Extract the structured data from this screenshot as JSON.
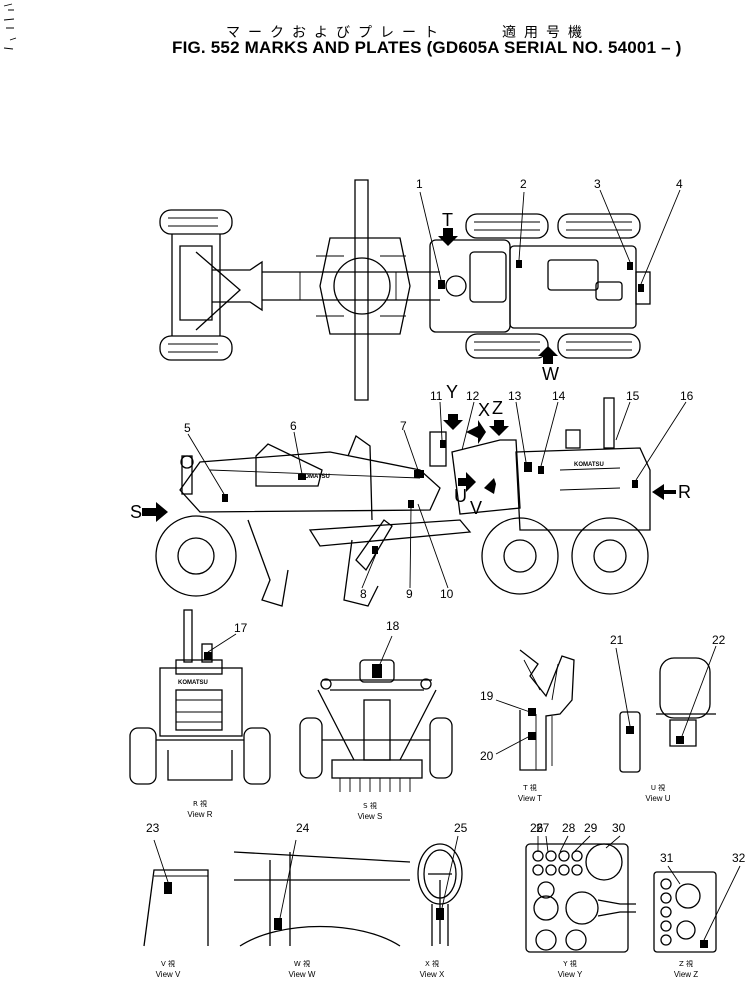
{
  "header": {
    "jp_title": "マークおよびプレート",
    "jp_serial": "適用号機",
    "title": "FIG. 552  MARKS AND PLATES (GD605A SERIAL NO. 54001 – )"
  },
  "callouts": [
    "1",
    "2",
    "3",
    "4",
    "5",
    "6",
    "7",
    "8",
    "9",
    "10",
    "11",
    "12",
    "13",
    "14",
    "15",
    "16",
    "17",
    "18",
    "19",
    "20",
    "21",
    "22",
    "23",
    "24",
    "25",
    "26",
    "27",
    "28",
    "29",
    "30",
    "31",
    "32"
  ],
  "view_letters": [
    "T",
    "W",
    "Y",
    "X",
    "Z",
    "S",
    "R",
    "U",
    "V"
  ],
  "brand_marks": [
    "KOMATSU"
  ],
  "views": [
    {
      "jp": "R 視",
      "en": "View R"
    },
    {
      "jp": "S 視",
      "en": "View S"
    },
    {
      "jp": "T 視",
      "en": "View T"
    },
    {
      "jp": "U 視",
      "en": "View U"
    },
    {
      "jp": "V 視",
      "en": "View V"
    },
    {
      "jp": "W 視",
      "en": "View W"
    },
    {
      "jp": "X 視",
      "en": "View X"
    },
    {
      "jp": "Y 視",
      "en": "View Y"
    },
    {
      "jp": "Z 視",
      "en": "View Z"
    }
  ]
}
